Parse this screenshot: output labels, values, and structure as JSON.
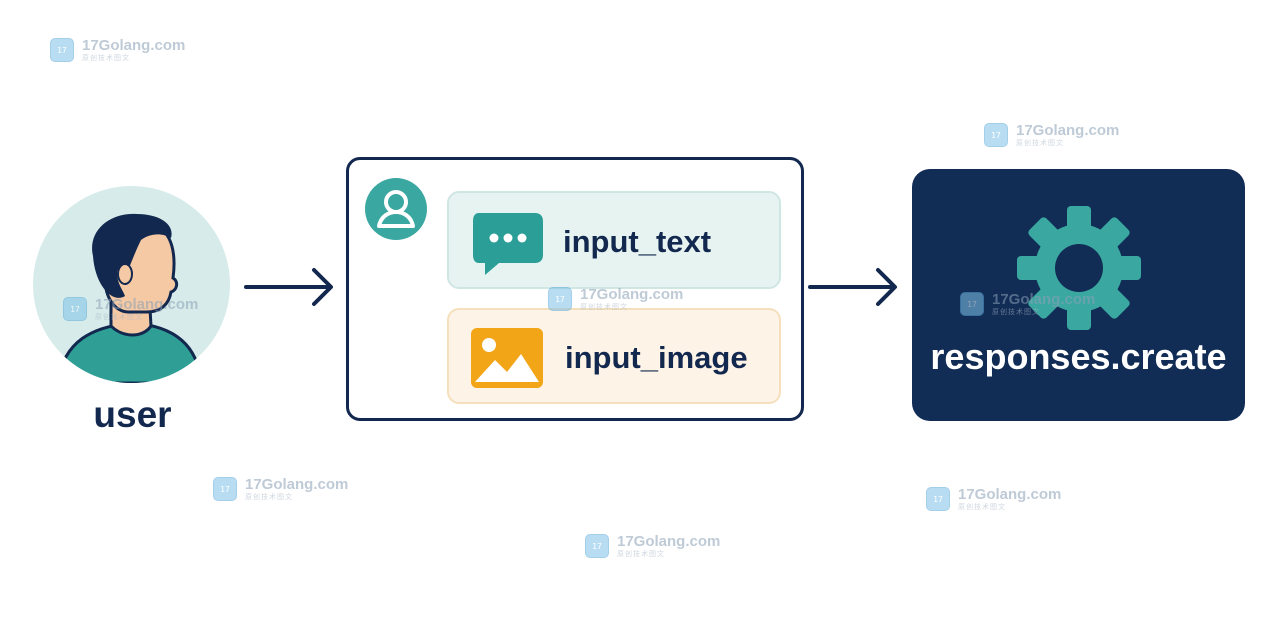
{
  "user": {
    "label": "user"
  },
  "message": {
    "parts": [
      {
        "type_label": "input_text",
        "icon": "chat-bubble-icon",
        "color": "#2a9e97"
      },
      {
        "type_label": "input_image",
        "icon": "image-icon",
        "color": "#f2a516"
      }
    ],
    "role_icon": "user-icon"
  },
  "api": {
    "label": "responses.create",
    "icon": "gear-icon",
    "color": "#112c55"
  },
  "watermark": {
    "site": "17Golang.com",
    "sub": "原创技术图文"
  },
  "colors": {
    "navy": "#13284f",
    "teal": "#3aa7a0",
    "orange": "#f2a516"
  }
}
